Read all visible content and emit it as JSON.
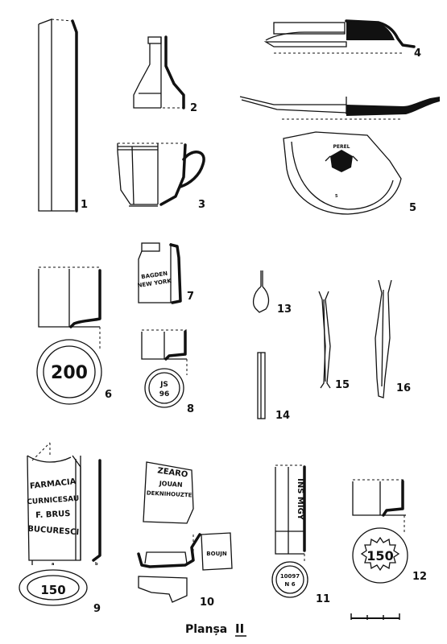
{
  "plate": {
    "title": "Planșa",
    "roman": "II"
  },
  "figures": [
    {
      "id": "1",
      "label": "1"
    },
    {
      "id": "2",
      "label": "2"
    },
    {
      "id": "3",
      "label": "3"
    },
    {
      "id": "4",
      "label": "4"
    },
    {
      "id": "5",
      "label": "5"
    },
    {
      "id": "6",
      "label": "6"
    },
    {
      "id": "7",
      "label": "7"
    },
    {
      "id": "8",
      "label": "8"
    },
    {
      "id": "9",
      "label": "9"
    },
    {
      "id": "10",
      "label": "10"
    },
    {
      "id": "11",
      "label": "11"
    },
    {
      "id": "12",
      "label": "12"
    },
    {
      "id": "13",
      "label": "13"
    },
    {
      "id": "14",
      "label": "14"
    },
    {
      "id": "15",
      "label": "15"
    },
    {
      "id": "16",
      "label": "16"
    }
  ],
  "inscriptions": {
    "fig6_base": "200",
    "fig7_side_line1": "BAGDEN",
    "fig7_side_line2": "NEW YORK",
    "fig8_base_line1": "JS",
    "fig8_base_line2": "96",
    "fig9_label": [
      "FARMACIA",
      "CURNICESAU",
      "F. BRUS",
      "BUCURESCI"
    ],
    "fig9_base": "150",
    "fig10_label": [
      "ZEARO",
      "JOUAN",
      "DEKNIHOUZTE"
    ],
    "fig10_side": "BOUJN",
    "fig11_side": "INS MIGY",
    "fig11_base_line1": "10097",
    "fig11_base_line2": "N 6",
    "fig12_base": "150",
    "fig5_mark": "PEREL",
    "fig5_small": "5"
  }
}
